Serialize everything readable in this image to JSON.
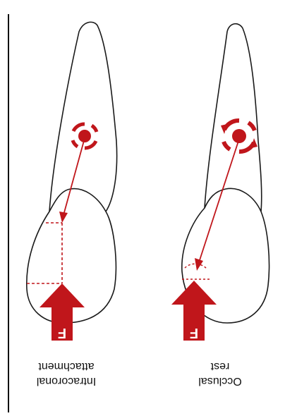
{
  "figure": {
    "panels": [
      {
        "id": "intracoronal",
        "label_lines": [
          "Intracoronal",
          "attachment"
        ],
        "force_letter": "F"
      },
      {
        "id": "occlusal",
        "label_lines": [
          "Occlusal",
          "rest"
        ],
        "force_letter": "F"
      }
    ]
  },
  "colors": {
    "force": "#c0161b",
    "outline": "#1a1a1a",
    "background": "#ffffff"
  }
}
